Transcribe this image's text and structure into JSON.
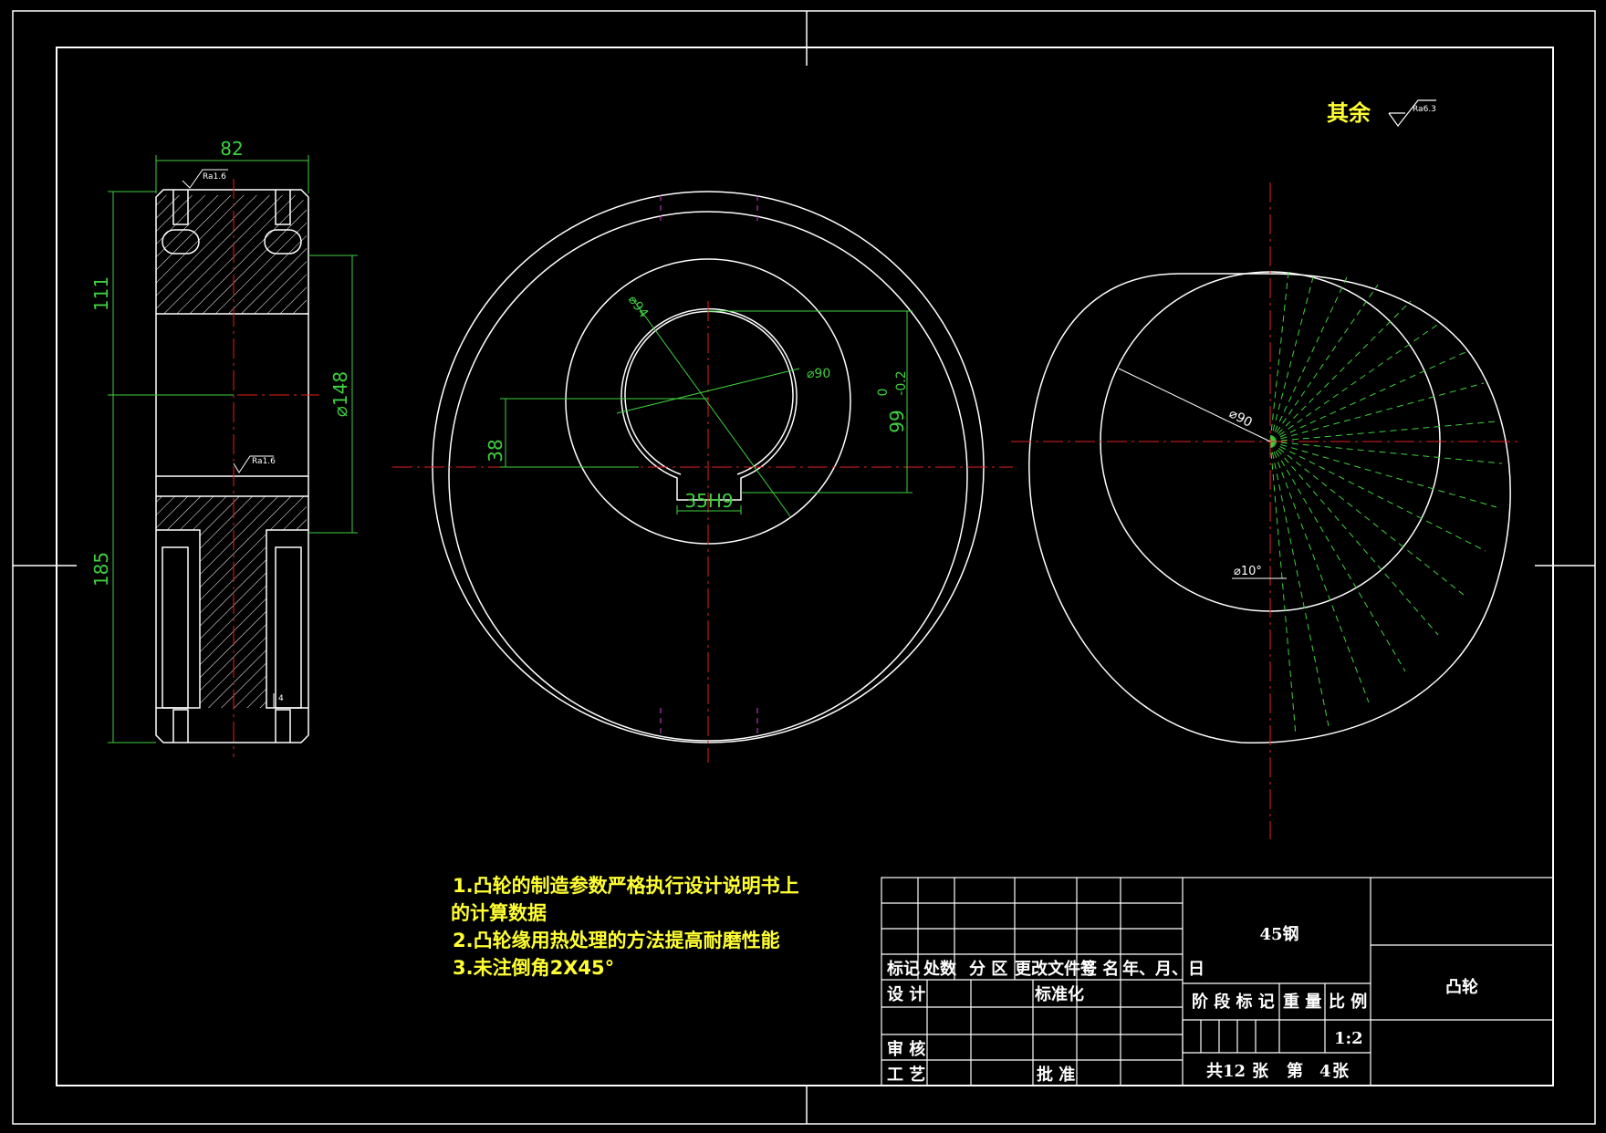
{
  "roughness_general": {
    "label": "其余",
    "value": "Ra6.3"
  },
  "side_view": {
    "width_dim": "82",
    "dim_111": "111",
    "dim_185": "185",
    "dia_148": "⌀148",
    "roughness_top": "Ra1.6",
    "roughness_mid": "Ra1.6",
    "small_dim": "4"
  },
  "front_view": {
    "dia_94": "⌀94",
    "dia_90": "⌀90",
    "dim_38": "38",
    "keyway": "35H9",
    "tol_main": "99",
    "tol_upper": "0",
    "tol_lower": "-0.2"
  },
  "cam_profile": {
    "dia_90": "⌀90",
    "angle": "⌀10°"
  },
  "notes": [
    "1.凸轮的制造参数严格执行设计说明书上",
    "的计算数据",
    "2.凸轮缘用热处理的方法提高耐磨性能",
    "3.未注倒角2X45°"
  ],
  "title_block": {
    "material": "45钢",
    "part_name": "凸轮",
    "labels": {
      "biaoji": "标记",
      "chushu": "处数",
      "fenqu": "分 区",
      "gengai": "更改文件号",
      "qianming": "签 名",
      "riqi": "年、月、日",
      "sheji": "设 计",
      "biaozhunhua": "标准化",
      "shenhe": "审 核",
      "gongyi": "工 艺",
      "pizhun": "批 准",
      "jieduan": "阶 段 标 记",
      "zhongliang": "重 量",
      "bili": "比 例"
    },
    "scale": "1:2",
    "sheet_total": "共12",
    "zhang1": "张",
    "di": "第",
    "sheet_no": "4",
    "zhang2": "张"
  },
  "colors": {
    "outline": "#ffffff",
    "dimension": "#3fd03f",
    "centerline": "#e02020",
    "hidden": "#d040d0",
    "notes": "#ffff33"
  }
}
